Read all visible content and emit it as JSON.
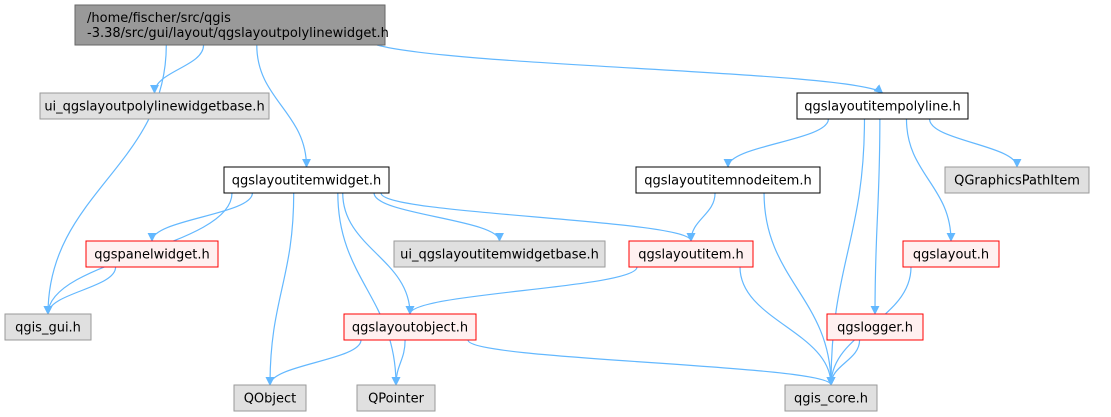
{
  "diagram": {
    "colors": {
      "edge": "#63b8ff",
      "focus_fill": "#999999",
      "focus_stroke": "#666666",
      "external_fill": "#e0e0e0",
      "external_stroke": "#999999",
      "plain_fill": "#ffffff",
      "plain_stroke": "#000000",
      "red_fill": "#fff0f0",
      "red_stroke": "#ff0000"
    },
    "nodes": [
      {
        "id": "root",
        "style": "focus",
        "lines": [
          "/home/fischer/src/qgis",
          "-3.38/src/gui/layout/qgslayoutpolylinewidget.h"
        ]
      },
      {
        "id": "ui_polyline_base",
        "style": "external",
        "lines": [
          "ui_qgslayoutpolylinewidgetbase.h"
        ]
      },
      {
        "id": "itempolyline",
        "style": "plain",
        "lines": [
          "qgslayoutitempolyline.h"
        ]
      },
      {
        "id": "itemwidget",
        "style": "plain",
        "lines": [
          "qgslayoutitemwidget.h"
        ]
      },
      {
        "id": "nodeitem",
        "style": "plain",
        "lines": [
          "qgslayoutitemnodeitem.h"
        ]
      },
      {
        "id": "graphicspath",
        "style": "external",
        "lines": [
          "QGraphicsPathItem"
        ]
      },
      {
        "id": "panelwidget",
        "style": "red",
        "lines": [
          "qgspanelwidget.h"
        ]
      },
      {
        "id": "ui_itemwidget_base",
        "style": "external",
        "lines": [
          "ui_qgslayoutitemwidgetbase.h"
        ]
      },
      {
        "id": "layoutitem",
        "style": "red",
        "lines": [
          "qgslayoutitem.h"
        ]
      },
      {
        "id": "layout",
        "style": "red",
        "lines": [
          "qgslayout.h"
        ]
      },
      {
        "id": "qgis_gui",
        "style": "external",
        "lines": [
          "qgis_gui.h"
        ]
      },
      {
        "id": "layoutobject",
        "style": "red",
        "lines": [
          "qgslayoutobject.h"
        ]
      },
      {
        "id": "logger",
        "style": "red",
        "lines": [
          "qgslogger.h"
        ]
      },
      {
        "id": "qobject",
        "style": "external",
        "lines": [
          "QObject"
        ]
      },
      {
        "id": "qpointer",
        "style": "external",
        "lines": [
          "QPointer"
        ]
      },
      {
        "id": "qgis_core",
        "style": "external",
        "lines": [
          "qgis_core.h"
        ]
      }
    ],
    "edges": [
      {
        "from": "root",
        "to": "qgis_gui"
      },
      {
        "from": "root",
        "to": "ui_polyline_base"
      },
      {
        "from": "root",
        "to": "itemwidget"
      },
      {
        "from": "root",
        "to": "itempolyline"
      },
      {
        "from": "itempolyline",
        "to": "nodeitem"
      },
      {
        "from": "itempolyline",
        "to": "graphicspath"
      },
      {
        "from": "itempolyline",
        "to": "layout"
      },
      {
        "from": "itempolyline",
        "to": "logger"
      },
      {
        "from": "itempolyline",
        "to": "qgis_core"
      },
      {
        "from": "itemwidget",
        "to": "qgis_gui"
      },
      {
        "from": "itemwidget",
        "to": "panelwidget"
      },
      {
        "from": "itemwidget",
        "to": "ui_itemwidget_base"
      },
      {
        "from": "itemwidget",
        "to": "layoutitem"
      },
      {
        "from": "itemwidget",
        "to": "layoutobject"
      },
      {
        "from": "itemwidget",
        "to": "qobject"
      },
      {
        "from": "itemwidget",
        "to": "qpointer"
      },
      {
        "from": "nodeitem",
        "to": "layoutitem"
      },
      {
        "from": "nodeitem",
        "to": "qgis_core"
      },
      {
        "from": "panelwidget",
        "to": "qgis_gui"
      },
      {
        "from": "layoutitem",
        "to": "layoutobject"
      },
      {
        "from": "layoutitem",
        "to": "qgis_core"
      },
      {
        "from": "layout",
        "to": "qgis_core"
      },
      {
        "from": "layoutobject",
        "to": "qobject"
      },
      {
        "from": "layoutobject",
        "to": "qpointer"
      },
      {
        "from": "layoutobject",
        "to": "qgis_core"
      },
      {
        "from": "logger",
        "to": "qgis_core"
      }
    ]
  }
}
